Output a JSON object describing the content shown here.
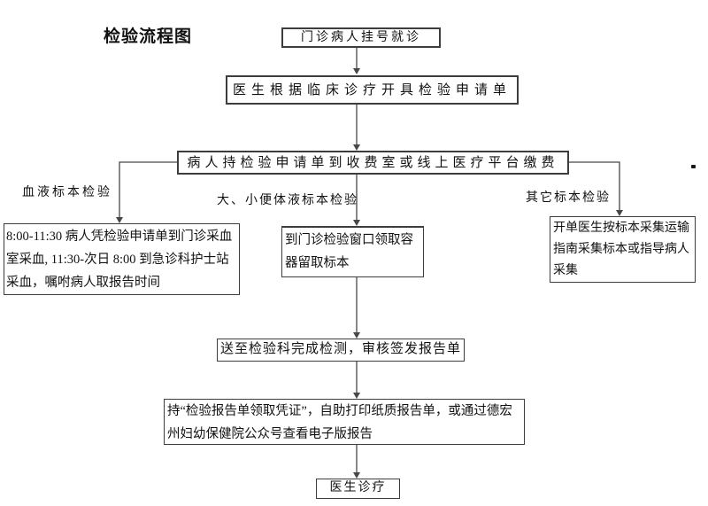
{
  "title": "检验流程图",
  "nodes": {
    "register": "门诊病人挂号就诊",
    "order": "医生根据临床诊疗开具检验申请单",
    "pay": "病人持检验申请单到收费室或线上医疗平台缴费",
    "blood_collection": "8:00-11:30 病人凭检验申请单到门诊采血室采血, 11:30-次日 8:00 到急诊科护士站采血，嘱咐病人取报告时间",
    "specimen_container": "到门诊检验窗口领取容器留取标本",
    "other_specimen": "开单医生按标本采集运输指南采集标本或指导病人采集",
    "lab_testing": "送至检验科完成检测，审核签发报告单",
    "report_access": "持“检验报告单领取凭证”，自助打印纸质报告单，或通过德宏州妇幼保健院公众号查看电子版报告",
    "diagnosis": "医生诊疗"
  },
  "branch_labels": {
    "blood": "血液标本检验",
    "stool_urine": "大、小便体液标本检验",
    "other": "其它标本检验"
  },
  "colors": {
    "line": "#474747",
    "border": "#3d3d3d",
    "text": "#111111",
    "background": "#ffffff"
  }
}
